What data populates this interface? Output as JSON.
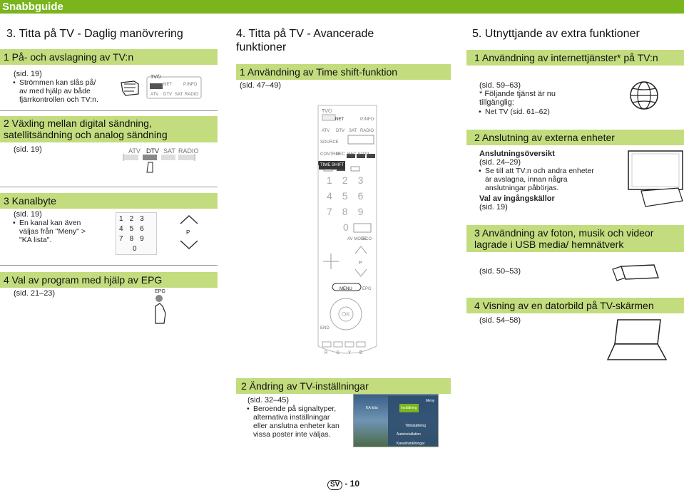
{
  "header": {
    "title": "Snabbguide"
  },
  "col1": {
    "title": "3. Titta på TV - Daglig manövrering",
    "s1": {
      "heading": "1  På- och avslagning av TV:n",
      "ref": "(sid. 19)",
      "bullet": "Strömmen kan slås på/ av med hjälp av både fjärrkontrollen och TV:n."
    },
    "s2": {
      "heading": "2  Växling mellan digital sändning, satellitsändning och analog sändning",
      "ref": "(sid. 19)"
    },
    "s3": {
      "heading": "3  Kanalbyte",
      "ref": "(sid. 19)",
      "bullet": "En kanal kan även väljas från \"Meny\" > \"KA lista\"."
    },
    "s4": {
      "heading": "4  Val av program med hjälp av EPG",
      "ref": "(sid. 21–23)"
    },
    "remote_labels": {
      "tv": "TV⏻",
      "net": "NET",
      "pinfo": "P.INFO",
      "atv": "ATV",
      "dtv": "DTV",
      "sat": "SAT",
      "radio": "RADIO",
      "epg": "EPG",
      "p": "P"
    },
    "keypad": [
      "1",
      "2",
      "3",
      "4",
      "5",
      "6",
      "7",
      "8",
      "9",
      "0"
    ]
  },
  "col2": {
    "title": "4. Titta på TV - Avancerade funktioner",
    "s1": {
      "heading": "1  Användning av Time shift-funktion",
      "ref": "(sid. 47–49)"
    },
    "remote": {
      "tv": "TV⏻",
      "net": "NET",
      "pinfo": "P.INFO",
      "atv": "ATV",
      "dtv": "DTV",
      "sat": "SAT",
      "radio": "RADIO",
      "source": "SOURCE",
      "control": "CONTROL",
      "rec": "REC",
      "recstop": "REC STOP",
      "timeshift": "TIME SHIFT",
      "menu": "MENU",
      "epg": "EPG",
      "ok": "OK",
      "end": "END",
      "avmode": "AV MODE",
      "eco": "ECO",
      "p": "P",
      "colors": [
        "R",
        "G",
        "Y",
        "B"
      ],
      "keypad": [
        "1",
        "2",
        "3",
        "4",
        "5",
        "6",
        "7",
        "8",
        "9",
        "0"
      ]
    }
  },
  "col3": {
    "title": "5. Utnyttjande av extra funktioner",
    "s1": {
      "heading": "1  Användning av internettjänster* på TV:n",
      "ref": "(sid. 59–63)",
      "note": "* Följande tjänst är nu tillgänglig:",
      "bullet": "Net TV (sid. 61–62)"
    },
    "s2": {
      "heading": "2  Anslutning av externa enheter",
      "sub1": "Anslutningsöversikt",
      "ref1": "(sid. 24–29)",
      "bullet": "Se till att TV:n och andra enheter är avslagna, innan några anslutningar påbörjas.",
      "sub2": "Val av ingångskällor",
      "ref2": "(sid. 19)"
    },
    "s3": {
      "heading": "3  Användning av foton, musik och videor lagrade i USB media/ hemnätverk",
      "ref": "(sid. 50–53)"
    },
    "s4": {
      "heading": "4  Visning av en datorbild på TV-skärmen",
      "ref": "(sid. 54–58)"
    }
  },
  "bottom": {
    "heading": "2  Ändring av TV-inställningar",
    "ref": "(sid. 32–45)",
    "bullet": "Beroende på signaltyper, alternativa inställningar eller anslutna enheter kan vissa poster inte väljas.",
    "screen": {
      "menu": "Meny",
      "ka_lista": "KA lista",
      "installning": "Inställning",
      "tittinstallning": "Tittinställning",
      "autoinstallation": "Autoinstallation",
      "kanalinstallningar": "Kanalinställningar"
    }
  },
  "footer": {
    "lang": "SV",
    "page": "- 10"
  },
  "colors": {
    "accent": "#7ab51d",
    "band": "#c3dc7e"
  }
}
